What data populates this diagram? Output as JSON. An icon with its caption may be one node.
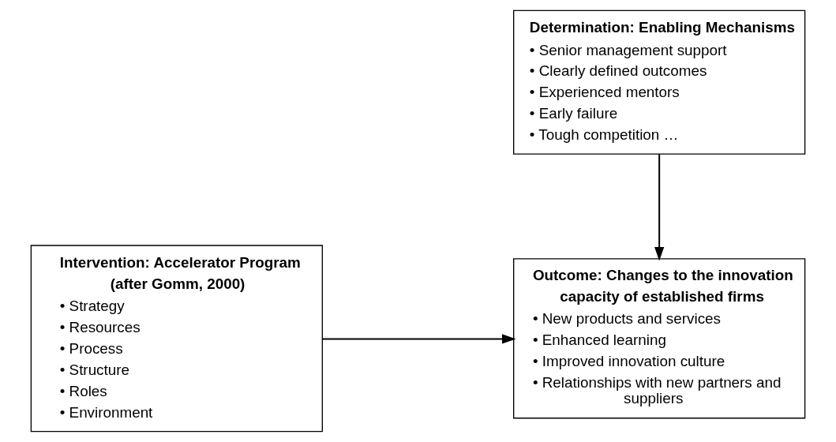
{
  "diagram": {
    "nodes": [
      {
        "text": [
          "Determination: Enabling Mechanisms",
          "• Senior management support",
          "• Clearly defined outcomes",
          "• Experienced mentors",
          "• Early failure",
          "• Tough competition …"
        ]
      },
      {
        "text": [
          "Intervention: Accelerator Program (after Gomm, 2000)",
          "• Strategy",
          "• Resources",
          "• Process",
          "• Structure",
          "• Roles",
          "• Environment"
        ]
      },
      {
        "text": [
          "Outcome: Changes to the innovation capacity of established firms",
          "• New products and services",
          "• Enhanced learning",
          "• Improved innovation culture",
          "• Relationships with new partners and suppliers"
        ]
      }
    ],
    "edges": [
      {
        "from": 1,
        "to": 2,
        "arrow": "to"
      },
      {
        "from": 0,
        "to": 2,
        "arrow": "to"
      }
    ]
  }
}
